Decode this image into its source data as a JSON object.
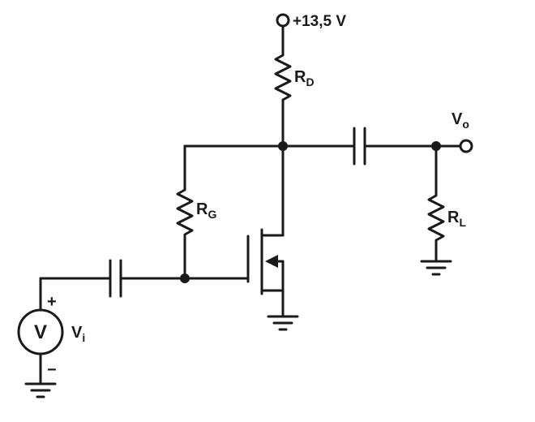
{
  "diagram": {
    "supply_label": "+13,5 V",
    "rd": {
      "name": "R",
      "sub": "D"
    },
    "rg": {
      "name": "R",
      "sub": "G"
    },
    "rl": {
      "name": "R",
      "sub": "L"
    },
    "vo": {
      "name": "V",
      "sub": "o"
    },
    "vi": {
      "name": "V",
      "sub": "i"
    },
    "source_letter": "V",
    "polarity_plus": "+",
    "polarity_minus": "−"
  },
  "colors": {
    "ink": "#1a1a1a",
    "paper": "#ffffff"
  }
}
